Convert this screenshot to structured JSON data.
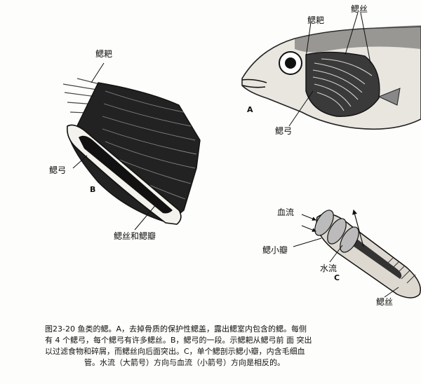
{
  "labels": {
    "a_gill_raker": "鳃耙",
    "a_gill_filament": "鳃丝",
    "a_gill_arch": "鳃弓",
    "b_gill_raker": "鳃耙",
    "b_gill_arch": "鳃弓",
    "b_filaments_lamellae": "鳃丝和鳃瓣",
    "c_blood_flow": "血流",
    "c_lamella": "鳃小瓣",
    "c_water_flow": "水流",
    "c_gill_filament": "鳃丝"
  },
  "panels": {
    "a": "A",
    "b": "B",
    "c": "C"
  },
  "caption": {
    "line1": "图23-20   鱼类的鳃。A，去掉骨质的保护性鳃盖，露出鳃室内包含的鳃。每侧",
    "line2": "有 4 个鳃弓，每个鳃弓有许多鳃丝。B，鳃弓的一段。示鳃耙从鳃弓前 面 突出",
    "line3": "以过滤食物和碎屑，而鳃丝向后面突出。C，单个鳃剖示鳃小瓣，内含毛细血",
    "line4": "管。水流（大箭号）方向与血流（小箭号）方向是相反的。"
  }
}
